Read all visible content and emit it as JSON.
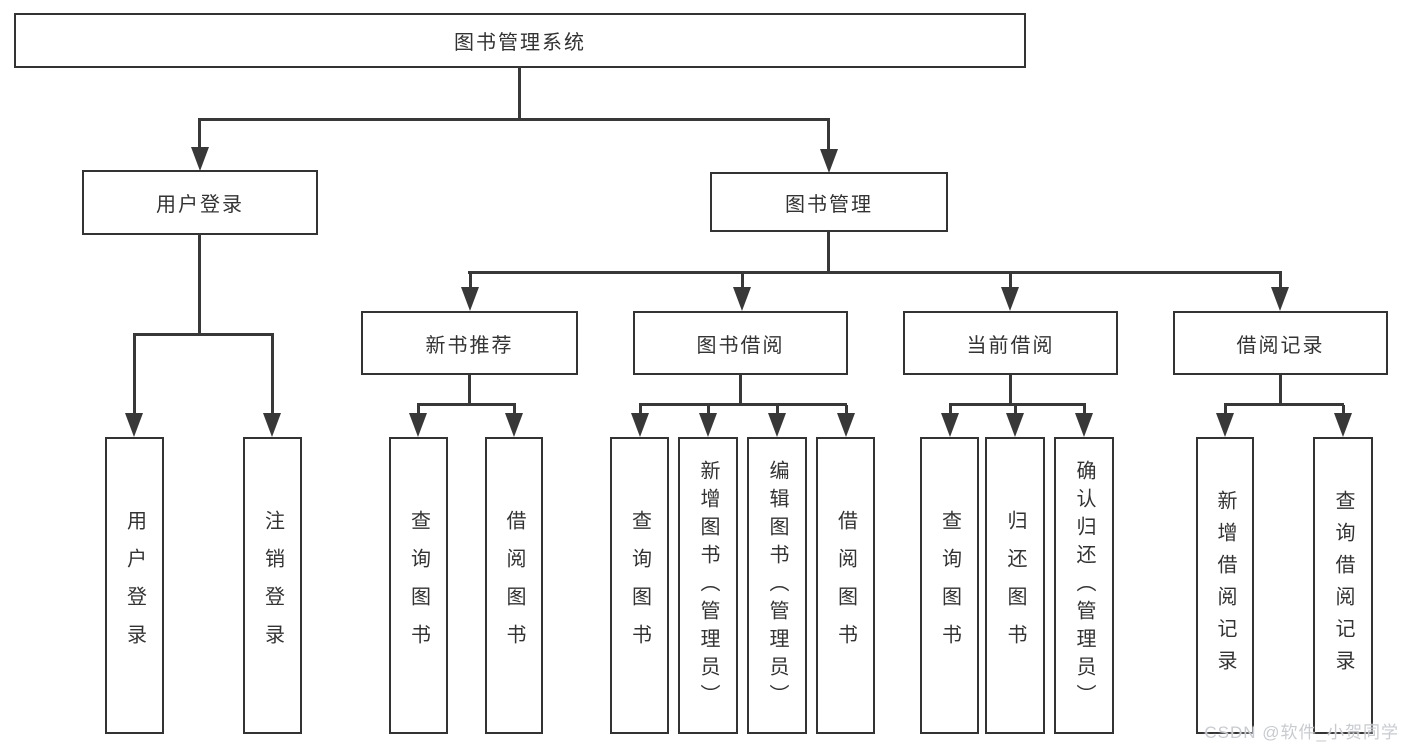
{
  "tree": {
    "label": "图书管理系统",
    "children": [
      {
        "label": "用户登录",
        "children": [
          {
            "label": "用户登录"
          },
          {
            "label": "注销登录"
          }
        ]
      },
      {
        "label": "图书管理",
        "children": [
          {
            "label": "新书推荐",
            "children": [
              {
                "label": "查询图书"
              },
              {
                "label": "借阅图书"
              }
            ]
          },
          {
            "label": "图书借阅",
            "children": [
              {
                "label": "查询图书"
              },
              {
                "label": "新增图书（管理员）"
              },
              {
                "label": "编辑图书（管理员）"
              },
              {
                "label": "借阅图书"
              }
            ]
          },
          {
            "label": "当前借阅",
            "children": [
              {
                "label": "查询图书"
              },
              {
                "label": "归还图书"
              },
              {
                "label": "确认归还（管理员）"
              }
            ]
          },
          {
            "label": "借阅记录",
            "children": [
              {
                "label": "新增借阅记录"
              },
              {
                "label": "查询借阅记录"
              }
            ]
          }
        ]
      }
    ]
  },
  "watermark": "CSDN @软件_小贺同学",
  "colors": {
    "line": "#383838",
    "text": "#333333",
    "background": "#ffffff",
    "watermark": "#c8cbd0"
  }
}
